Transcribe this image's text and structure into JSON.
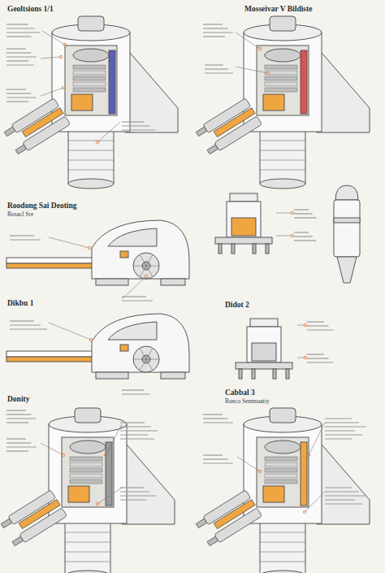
{
  "diagram": {
    "labels": [
      "Geoltsions 1/1",
      "Mosseivar V Bildiste",
      "Roodong Sai Deoting",
      "Bosacl Sre",
      "Dikbu 1",
      "Didot 2",
      "Donity",
      "Cabbal 3",
      "Rueco Semmaatiy"
    ]
  }
}
